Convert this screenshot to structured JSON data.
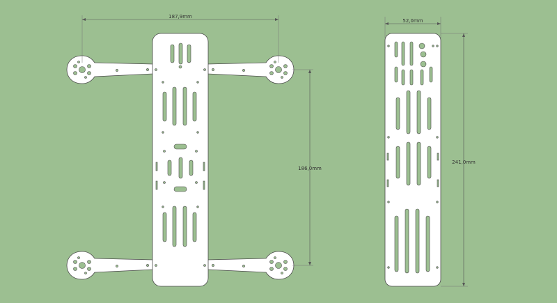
{
  "colors": {
    "background": "#9cbf91",
    "plate": "#ffffff",
    "outline": "#4a4a4a"
  },
  "dimensions": {
    "frame_width": "187,9mm",
    "frame_height": "186,0mm",
    "plate_width": "52,0mm",
    "plate_height": "241,0mm"
  }
}
